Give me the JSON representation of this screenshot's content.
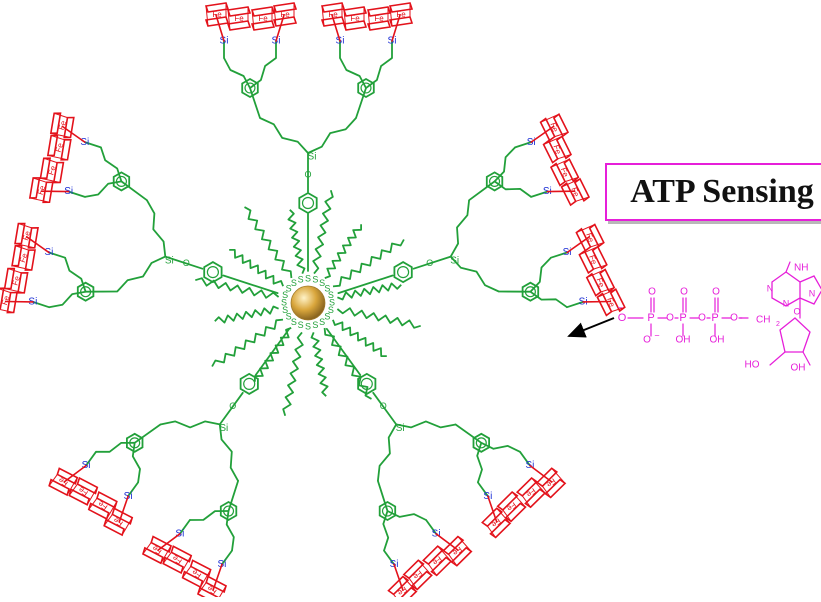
{
  "title": "ATP Sensing",
  "labels": {
    "silicon": "Si",
    "sulfur": "S",
    "iron": "Fe"
  },
  "atp": {
    "o_minus_left": "O",
    "o_minus_bottom": "O",
    "oh1": "OH",
    "oh2": "OH",
    "ch2": "CH",
    "ch2_sub": "2",
    "nh2": "NH",
    "ring_o": "O",
    "ho": "HO",
    "oh_sugar": "OH",
    "n_letter": "N",
    "p_letter": "P",
    "o_letter": "O"
  },
  "colors": {
    "scaffold_green": "#22a03a",
    "ferrocene_red": "#e3121b",
    "silicon_blue": "#1c2fd6",
    "atp_magenta": "#e61fd9",
    "gold_core": "#d9a63c",
    "box_border": "#e61fd9"
  }
}
